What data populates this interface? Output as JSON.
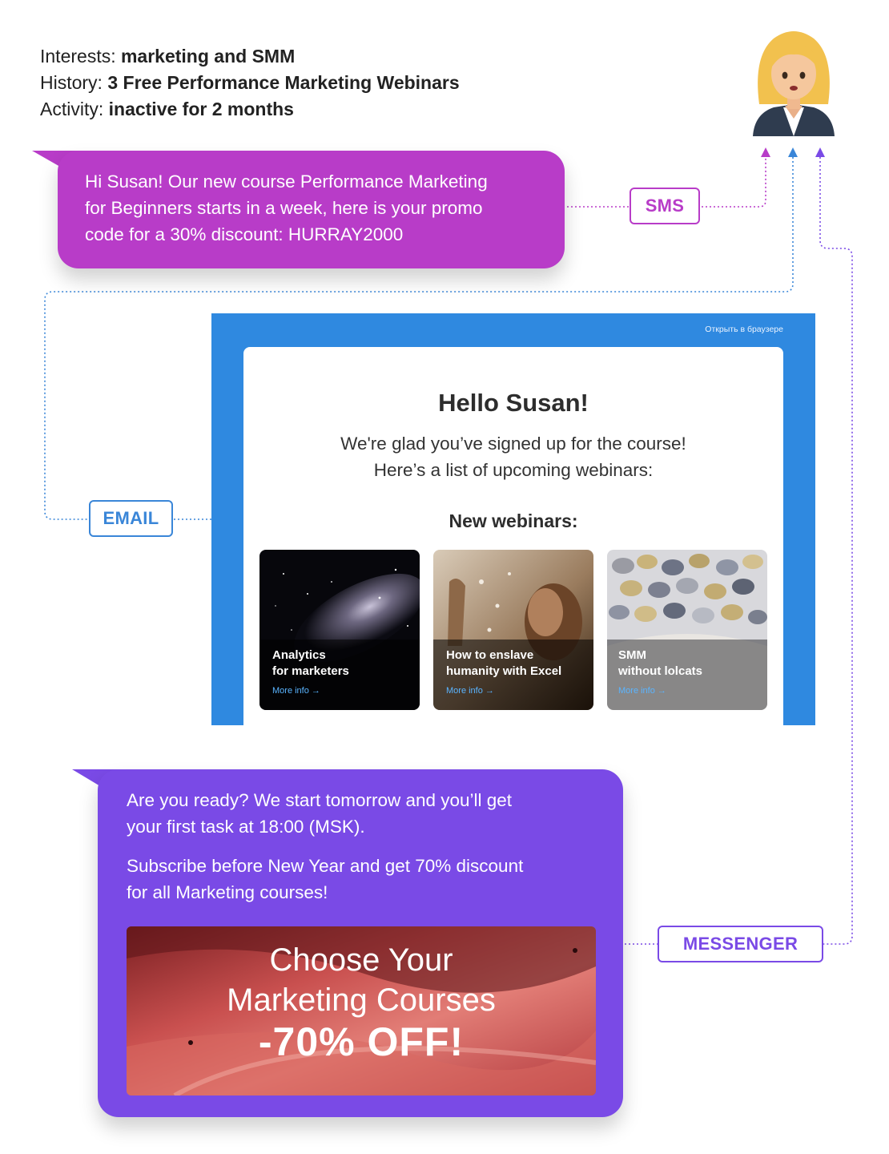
{
  "profile": {
    "interests_label": "Interests: ",
    "interests_value": "marketing and SMM",
    "history_label": "History: ",
    "history_value": "3 Free Performance Marketing Webinars",
    "activity_label": "Activity: ",
    "activity_value": "inactive for 2 months"
  },
  "sms": {
    "chip": "SMS",
    "lines": [
      "Hi Susan! Our new course Performance Marketing",
      "for Beginners starts in a week, here is your promo",
      "code for a 30% discount: HURRAY2000"
    ]
  },
  "email": {
    "chip": "EMAIL",
    "open_in_browser": "Открыть в браузере",
    "title": "Hello Susan!",
    "subtitle_lines": [
      "We're glad you’ve signed up for the course!",
      "Here’s a list of upcoming webinars:"
    ],
    "section_title": "New webinars:",
    "cards": [
      {
        "line1": "Analytics",
        "line2": "for marketers",
        "more": "More info →"
      },
      {
        "line1": "How to enslave",
        "line2": "humanity with Excel",
        "more": "More info →"
      },
      {
        "line1": "SMM",
        "line2": "without lolcats",
        "more": "More info →"
      }
    ]
  },
  "messenger": {
    "chip": "MESSENGER",
    "p1_lines": [
      "Are you ready? We start tomorrow and you’ll get",
      "your first task at 18:00 (MSK)."
    ],
    "p2_lines": [
      "Subscribe before New Year and get 70% discount",
      "for all Marketing courses!"
    ],
    "banner": {
      "line1": "Choose Your",
      "line2": "Marketing Courses",
      "line3": "-70% OFF!"
    }
  },
  "colors": {
    "sms": "#b83cc8",
    "email": "#2f89e0",
    "messenger": "#7a4ae6"
  },
  "icons": [
    "woman-office-worker-icon",
    "arrow-up-icon"
  ]
}
